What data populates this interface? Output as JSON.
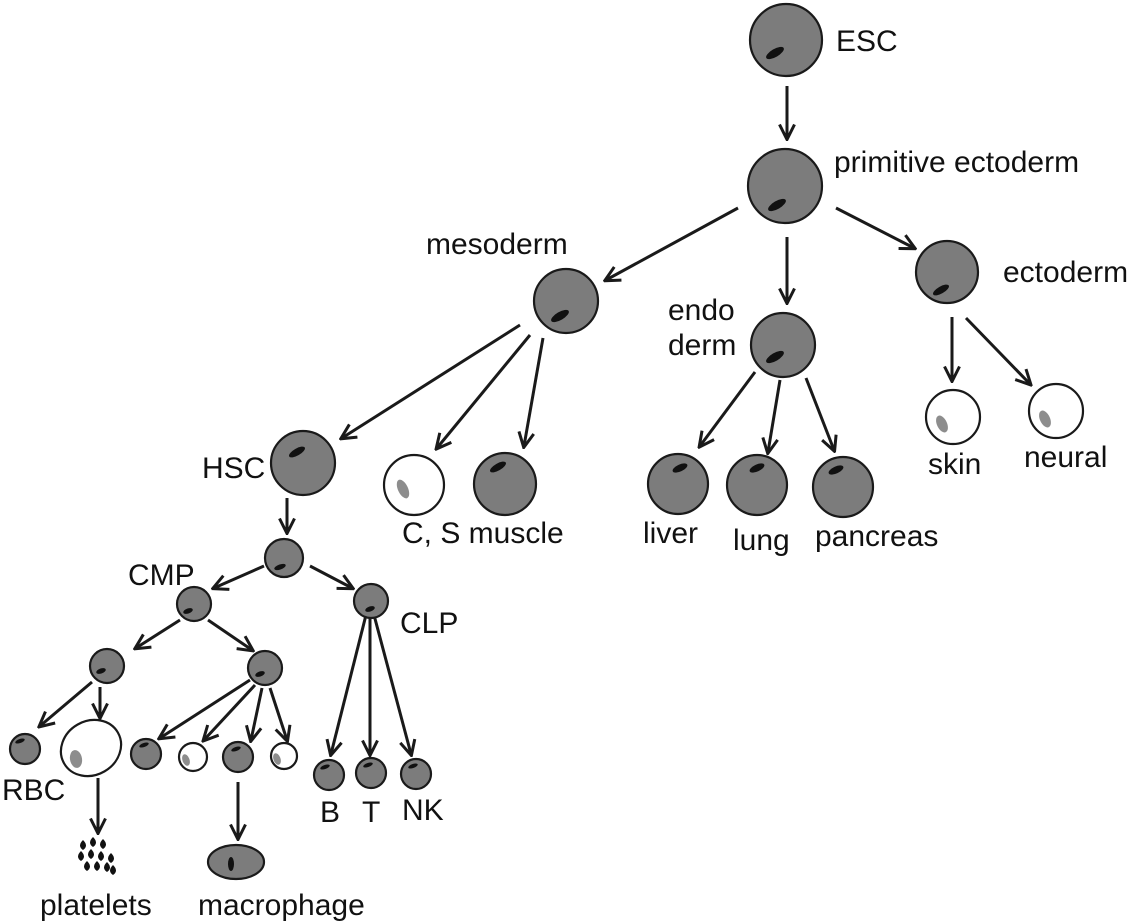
{
  "labels": {
    "esc": "ESC",
    "primitive_ectoderm": "primitive ectoderm",
    "mesoderm": "mesoderm",
    "endoderm_line1": "endo",
    "endoderm_line2": "derm",
    "ectoderm": "ectoderm",
    "hsc": "HSC",
    "muscle": "C, S muscle",
    "liver": "liver",
    "lung": "lung",
    "pancreas": "pancreas",
    "skin": "skin",
    "neural": "neural",
    "cmp": "CMP",
    "clp": "CLP",
    "rbc": "RBC",
    "b": "B",
    "t": "T",
    "nk": "NK",
    "platelets": "platelets",
    "macrophage": "macrophage"
  },
  "colors": {
    "cell_fill": "#7c7c7c",
    "cell_outline": "#1a1a1a",
    "nucleus": "#111111",
    "light_nucleus": "#8d8d8d",
    "background": "#ffffff"
  }
}
